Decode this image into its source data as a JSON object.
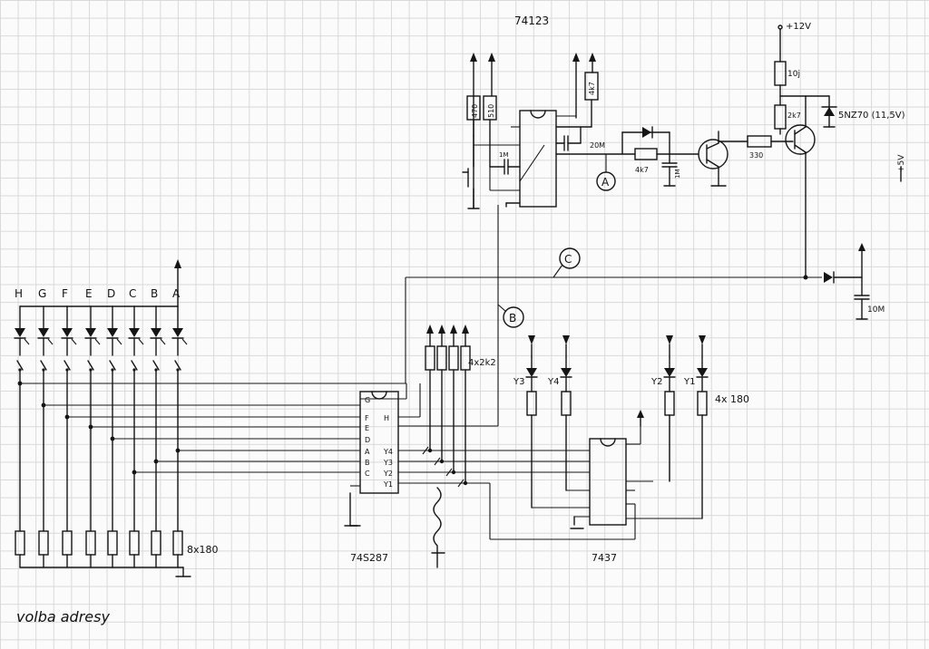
{
  "title": "74123",
  "note": "volba adresy",
  "supply": {
    "main": "+12V",
    "aux": "+5V"
  },
  "ics": {
    "decoder": "74S287",
    "driver": "7437",
    "monoflop": "74123"
  },
  "signals": [
    "A",
    "B",
    "C"
  ],
  "address_lines": [
    "H",
    "G",
    "F",
    "E",
    "D",
    "C",
    "B",
    "A"
  ],
  "switch_resistors": "8x180",
  "pullups": "4x2k2",
  "led_resistors": "4x 180",
  "decoder_pins_left": [
    "G",
    "F",
    "E",
    "D",
    "A",
    "B",
    "C"
  ],
  "decoder_pins_right": [
    "H",
    "Y4",
    "Y3",
    "Y2",
    "Y1"
  ],
  "led_labels": [
    "Y3",
    "Y4",
    "Y2",
    "Y1"
  ],
  "components": {
    "r_470": "470",
    "r_510": "510",
    "r_4k7_top": "4k7",
    "c_1m_timing": "1M",
    "c_20m": "20M",
    "r_4k7_mid": "4k7",
    "c_1m_b": "1M",
    "r_330": "330",
    "r_10j": "10j",
    "r_2k7": "2k7",
    "zener": "5NZ70 (11,5V)",
    "c_10m": "10M"
  }
}
